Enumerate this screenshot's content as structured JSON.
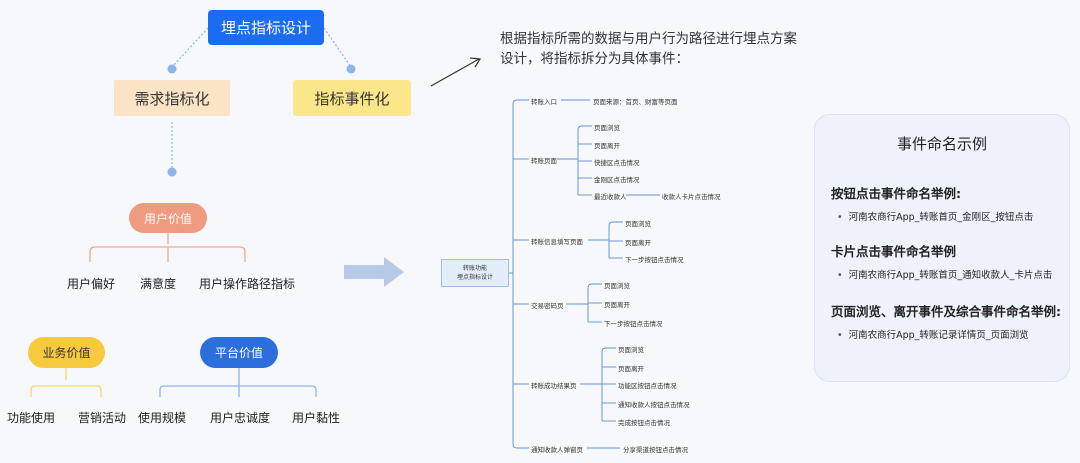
{
  "left": {
    "title": "埋点指标设计",
    "req_box": "需求指标化",
    "evt_box": "指标事件化",
    "user_value": {
      "label": "用户价值",
      "children": [
        "用户偏好",
        "满意度",
        "用户操作路径指标"
      ]
    },
    "biz_value": {
      "label": "业务价值",
      "children": [
        "功能使用",
        "营销活动"
      ]
    },
    "plat_value": {
      "label": "平台价值",
      "children": [
        "使用规模",
        "用户忠诚度",
        "用户黏性"
      ]
    }
  },
  "description": {
    "line1": "根据指标所需的数据与用户行为路径进行埋点方案",
    "line2": "设计，将指标拆分为具体事件："
  },
  "mindmap": {
    "root_line1": "转账功能",
    "root_line2": "埋点指标设计",
    "branches": [
      {
        "label": "转账入口",
        "children": [
          "页面来源：首页、财富等页面"
        ]
      },
      {
        "label": "转账页面",
        "children": [
          "页面浏览",
          "页面离开",
          "快捷区点击情况",
          "金刚区点击情况",
          "最近收款人"
        ],
        "sub": "收款人卡片点击情况"
      },
      {
        "label": "转账信息填写页面",
        "children": [
          "页面浏览",
          "页面离开",
          "下一步按钮点击情况"
        ]
      },
      {
        "label": "交易密码页",
        "children": [
          "页面浏览",
          "页面离开",
          "下一步按钮点击情况"
        ]
      },
      {
        "label": "转账成功结果页",
        "children": [
          "页面浏览",
          "页面离开",
          "功能区按钮点击情况",
          "通知收款人按钮点击情况",
          "完成按钮点击情况"
        ]
      },
      {
        "label": "通知收款人弹窗页",
        "children": [
          "分享渠道按钮点击情况"
        ]
      }
    ]
  },
  "card": {
    "title": "事件命名示例",
    "sections": [
      {
        "heading": "按钮点击事件命名举例:",
        "item": "河南农商行App_转账首页_金刚区_按钮点击"
      },
      {
        "heading": "卡片点击事件命名举例",
        "item": "河南农商行App_转账首页_通知收款人_卡片点击"
      },
      {
        "heading": "页面浏览、离开事件及综合事件命名举例:",
        "item": "河南农商行App_转账记录详情页_页面浏览"
      }
    ]
  },
  "colors": {
    "primary_blue": "#1c6cf2",
    "req_orange": "#fbe4c6",
    "evt_yellow": "#fbe78a",
    "user_pill": "#ee9b7f",
    "biz_pill": "#f7c93d",
    "plat_pill": "#2a6fdc",
    "mindmap_line": "#5b8fd6"
  },
  "icons": {
    "bullet": "•"
  }
}
